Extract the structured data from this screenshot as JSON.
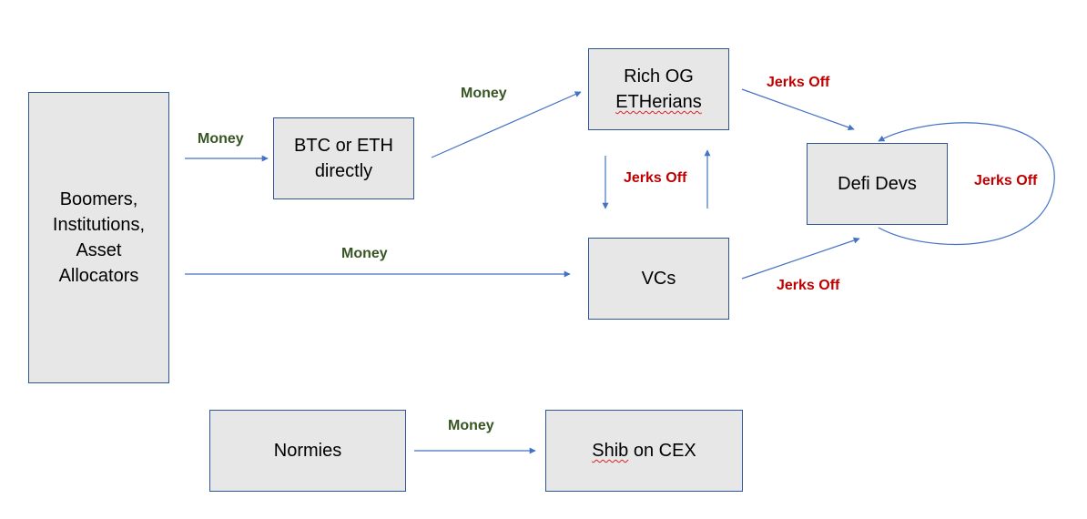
{
  "nodes": {
    "boomers": [
      "Boomers,",
      "Institutions,",
      "Asset",
      "Allocators"
    ],
    "btc_eth": [
      "BTC or ETH",
      "directly"
    ],
    "rich_og": [
      "Rich OG",
      "ETHerians"
    ],
    "vcs": "VCs",
    "defi_devs": "Defi Devs",
    "normies": "Normies",
    "shib": {
      "word": "Shib",
      "rest": " on CEX"
    }
  },
  "edges": {
    "money_boomers_btc": "Money",
    "money_btc_rich": "Money",
    "money_boomers_vcs": "Money",
    "money_normies_shib": "Money",
    "jerks_rich_defi": "Jerks Off",
    "jerks_rich_vcs": "Jerks Off",
    "jerks_vcs_defi": "Jerks Off",
    "jerks_defi_self": "Jerks Off"
  },
  "colors": {
    "box_fill": "#e7e7e7",
    "box_border": "#2f5597",
    "arrow": "#4472c4",
    "money_label": "#375623",
    "jerks_label": "#c00000"
  }
}
